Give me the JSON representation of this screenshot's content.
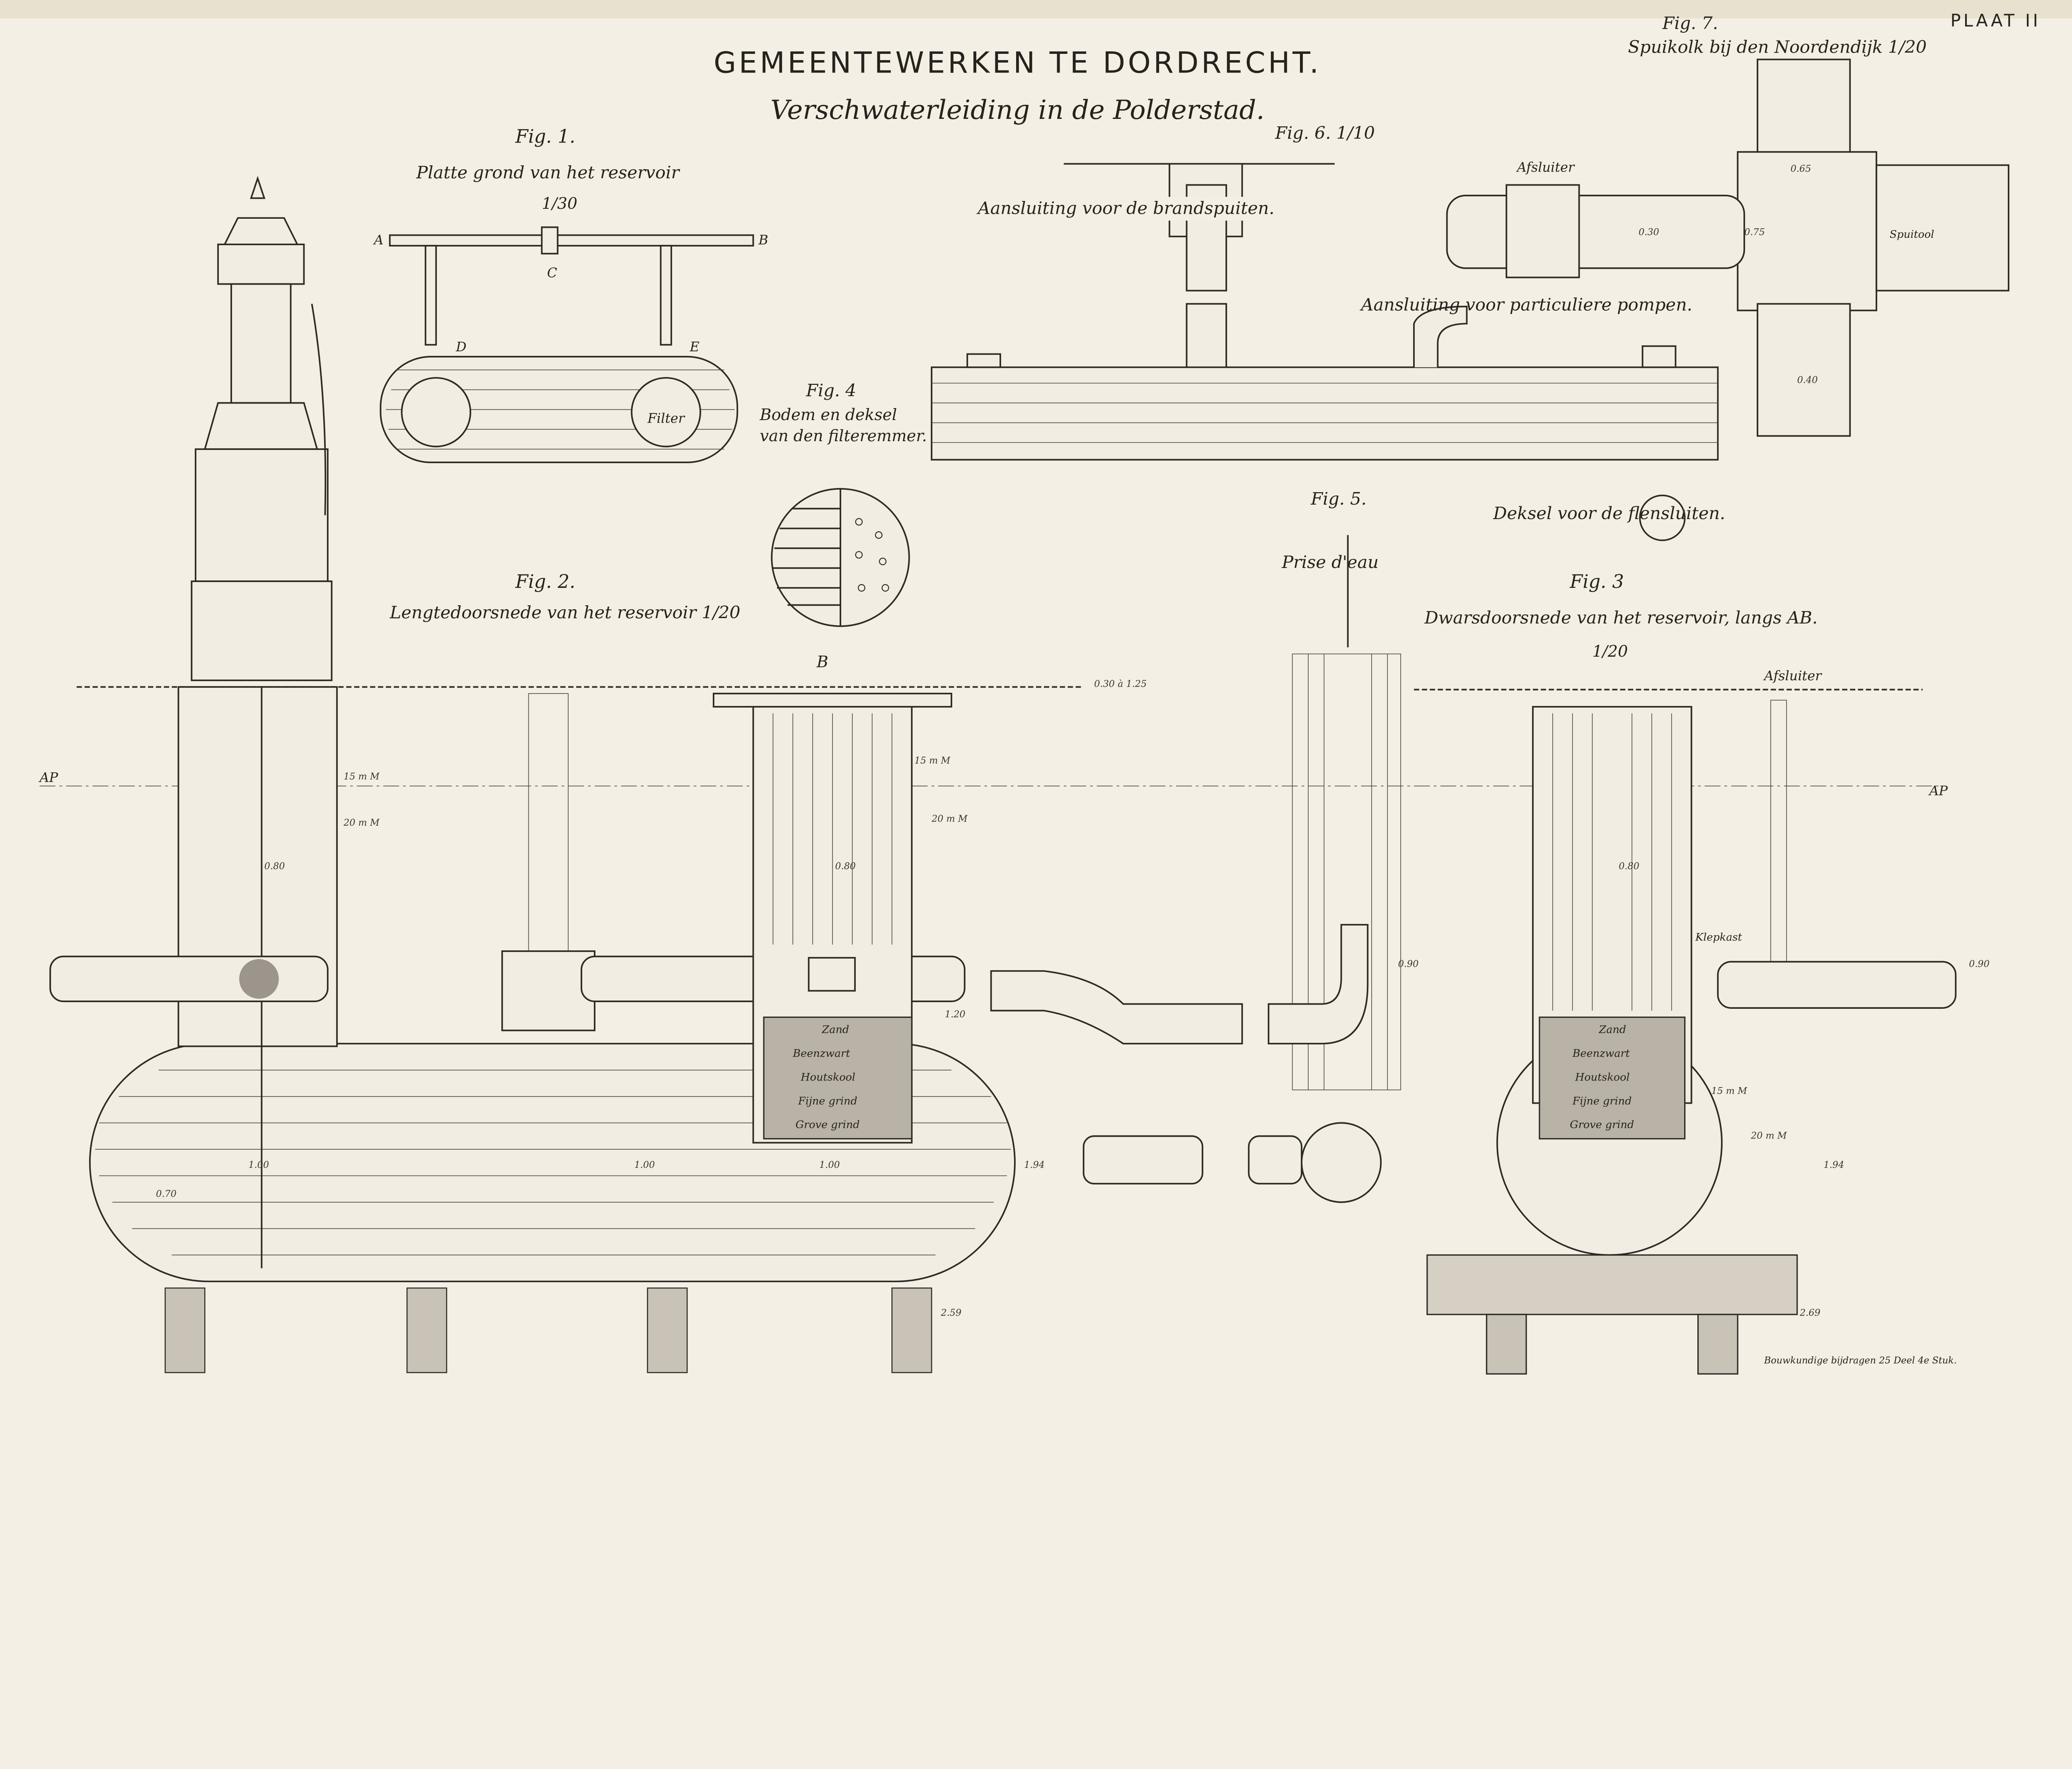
{
  "header": {
    "title": "GEMEENTEWERKEN TE DORDRECHT.",
    "subtitle": "Verschwaterleiding in de Polderstad.",
    "plate": "PLAAT II"
  },
  "fig1": {
    "label": "Fig. 1.",
    "caption": "Platte grond van het reservoir",
    "scale": "1/30",
    "points": {
      "a": "A",
      "b": "B",
      "c": "C",
      "d": "D",
      "e": "E"
    },
    "filter": "Filter"
  },
  "fig2": {
    "label": "Fig. 2.",
    "caption": "Lengtedoorsnede van het reservoir 1/20"
  },
  "fig3": {
    "label": "Fig. 3",
    "caption": "Dwarsdoorsnede van het reservoir, langs AB.",
    "scale": "1/20",
    "valve": "Afsluiter",
    "valve_box": "Klepkast"
  },
  "fig4": {
    "label": "Fig. 4",
    "caption1": "Bodem en deksel",
    "caption2": "van den filteremmer."
  },
  "fig5": {
    "label": "Fig. 5.",
    "caption": "Prise d'eau"
  },
  "fig6": {
    "label": "Fig. 6. 1/10",
    "fire": "Aansluiting voor de brandspuiten.",
    "private": "Aansluiting voor particuliere pompen."
  },
  "fig7": {
    "label": "Fig. 7.",
    "caption": "Spuikolk bij den Noordendijk 1/20",
    "valve": "Afsluiter",
    "spout": "Spuitool",
    "d065": "0.65",
    "d030": "0.30",
    "d075": "0.75",
    "d040": "0.40"
  },
  "cover": "Deksel voor de flensluiten.",
  "filter_layers": [
    "Zand",
    "Beenzwart",
    "Houtskool",
    "Fijne grind",
    "Grove grind"
  ],
  "dims": {
    "ground": "0.30 à 1.25",
    "mm15": "15 m M",
    "mm20": "20 m M",
    "d080": "0.80",
    "d120": "1.20",
    "d194": "1.94",
    "d259": "2.59",
    "d269": "2.69",
    "d090": "0.90",
    "d100": "1.00",
    "d070": "0.70",
    "ap": "AP",
    "b": "B"
  },
  "footer": "Bouwkundige bijdragen 25 Deel 4e Stuk."
}
